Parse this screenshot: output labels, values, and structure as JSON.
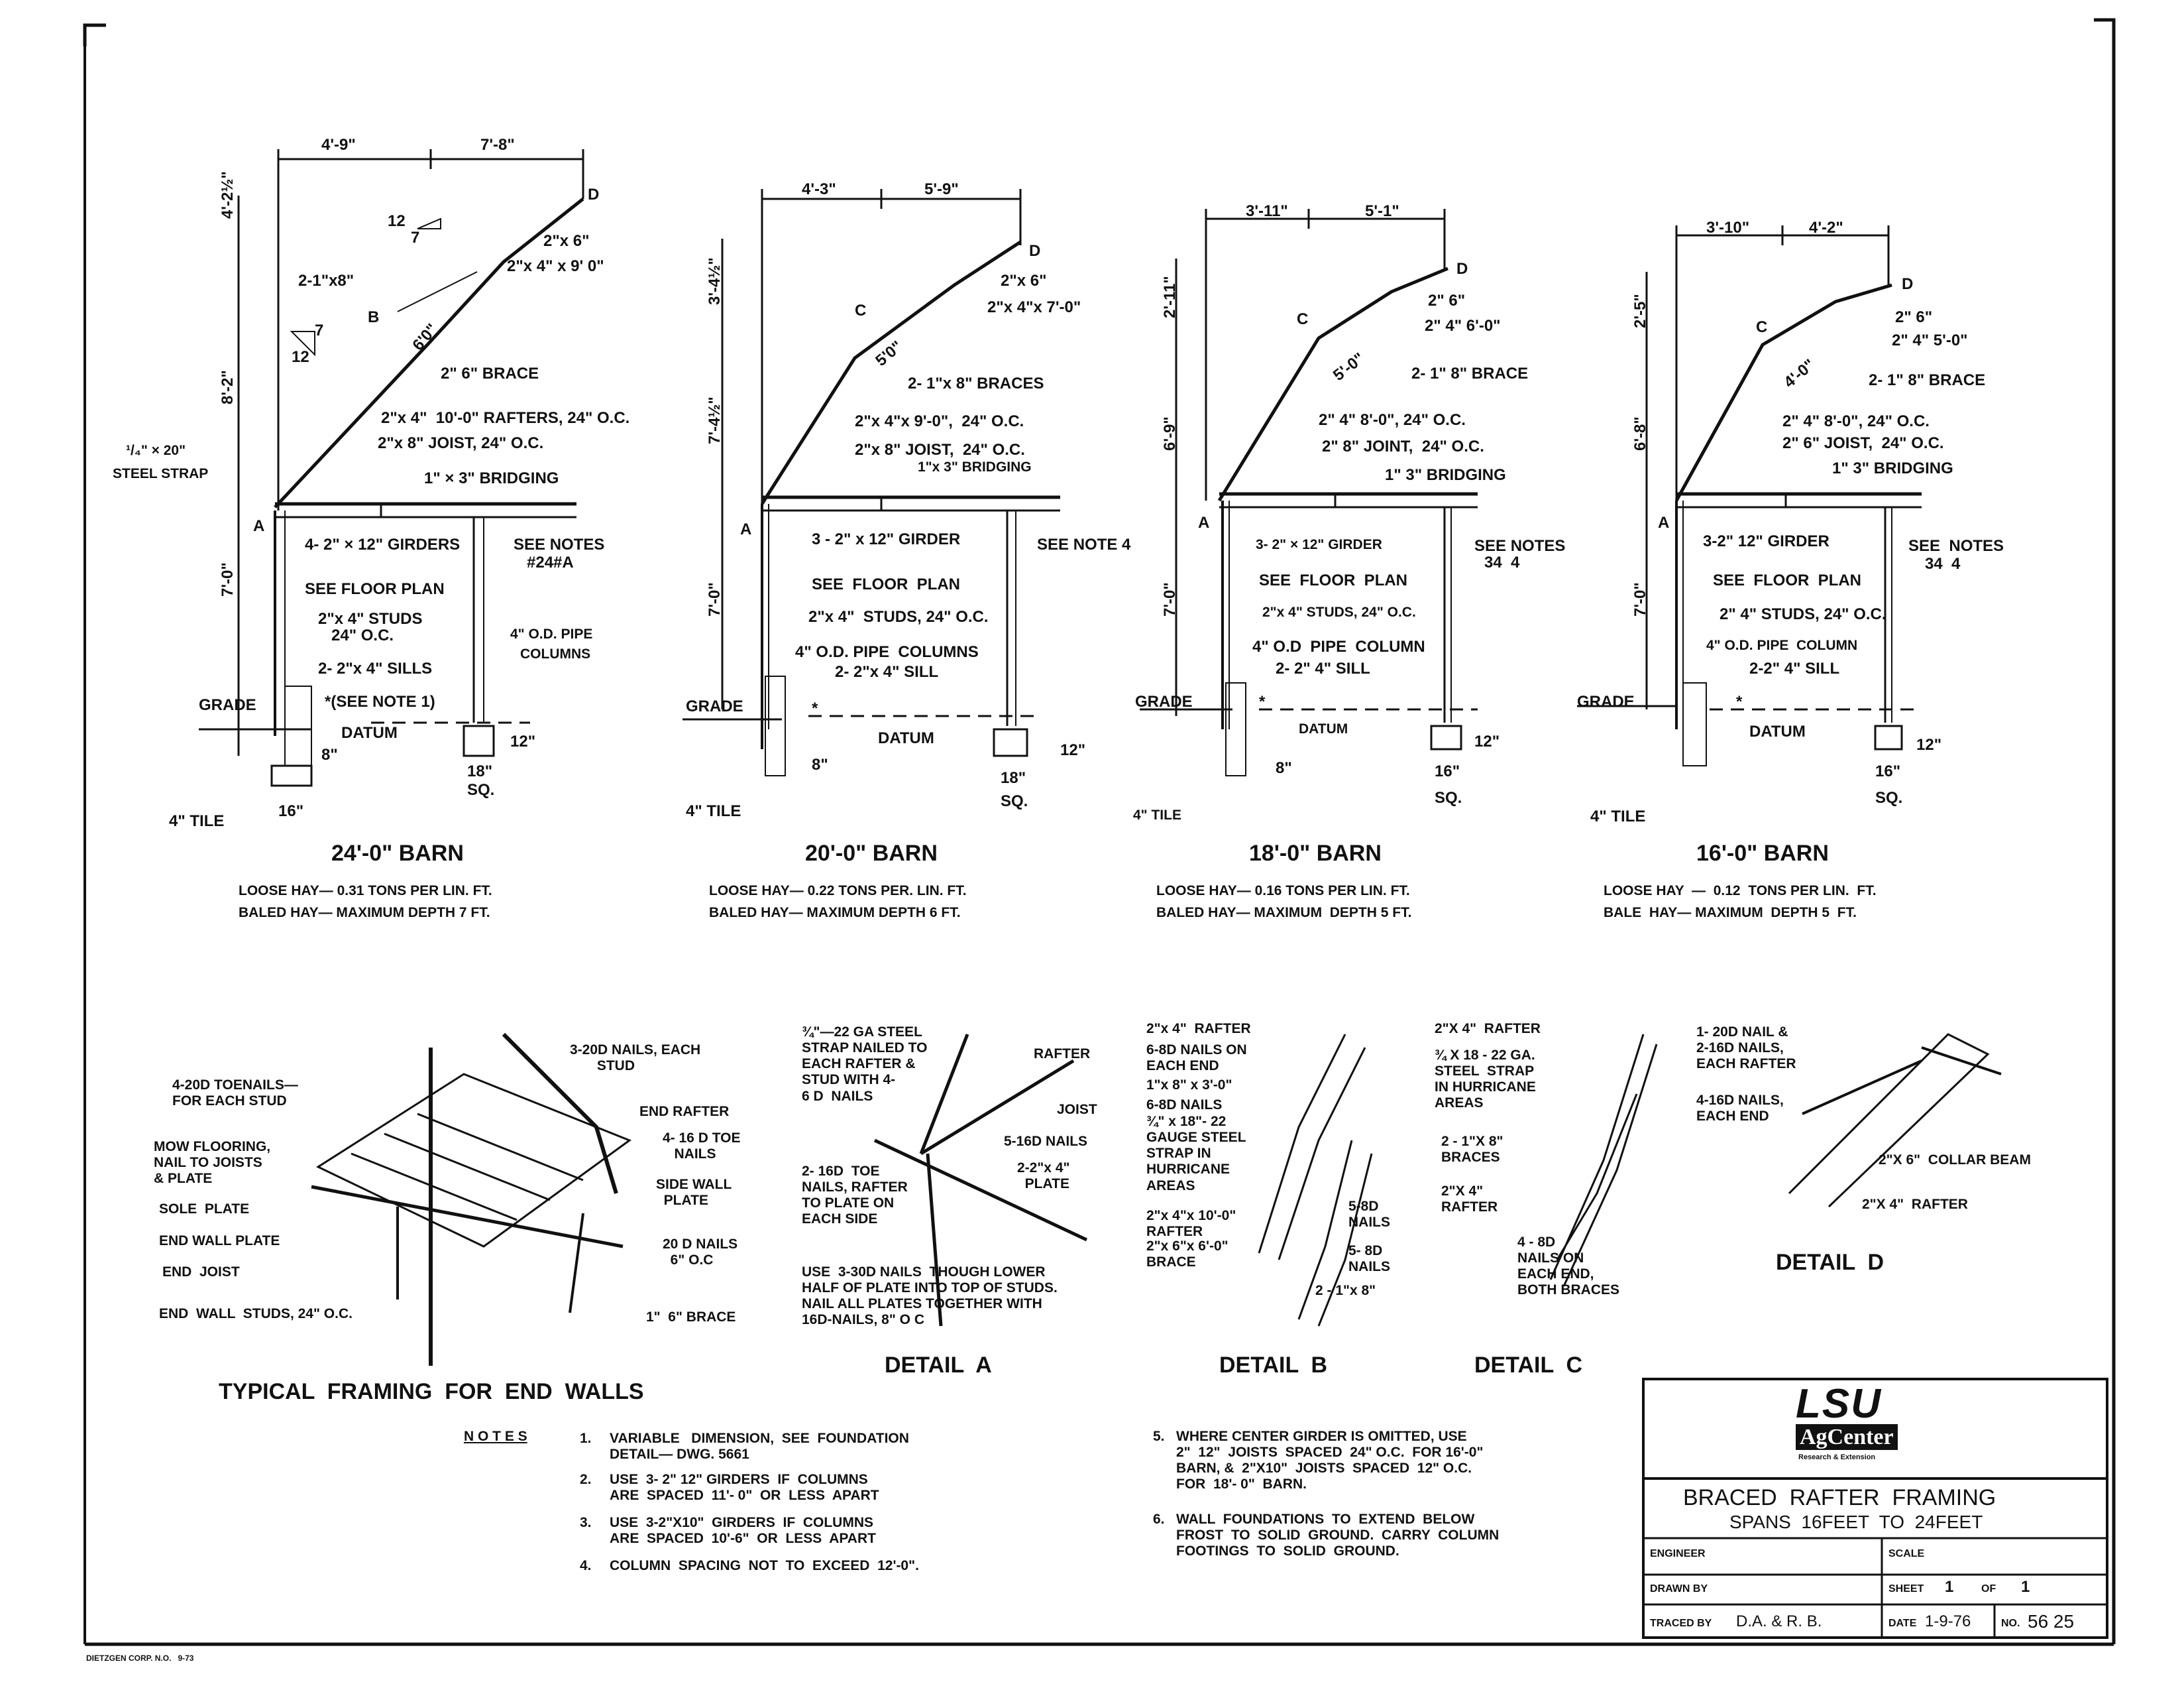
{
  "barns": [
    {
      "title": "24'-0\" BARN",
      "hay1": "LOOSE HAY— 0.31 TONS PER LIN. FT.",
      "hay2": "BALED HAY— MAXIMUM DEPTH 7 FT.",
      "dims": {
        "top_left": "4'-9\"",
        "top_right": "7'-8\"",
        "v_top": "4'-2½\"",
        "v_mid": "8'-2\"",
        "v_bot": "7'-0\"",
        "slope_upper": "12",
        "slope_upper2": "7",
        "slope_lower": "12",
        "slope_lower2": "7",
        "brace_len": "6'0\""
      },
      "labels": {
        "d": "D",
        "b": "B",
        "a": "A",
        "rafter_top": "2\"x 6\"",
        "rafter_mid": "2\"x 4\" x 9' 0\"",
        "upper_bracket": "2-1\"x8\"",
        "brace": "2\" 6\" BRACE",
        "rafters": "2\"x 4\"  10'-0\" RAFTERS, 24\" O.C.",
        "joist": "2\"x 8\" JOIST, 24\" O.C.",
        "strap": "¹/₄\" × 20\"",
        "steel_strap": "STEEL STRAP",
        "bridging": "1\" × 3\" BRIDGING",
        "girders": "4- 2\" × 12\" GIRDERS",
        "see_notes": "SEE NOTES",
        "notes_ref": "#24#A",
        "floor_plan": "SEE FLOOR PLAN",
        "studs": "2\"x 4\" STUDS",
        "studs2": "24\" O.C.",
        "pipe": "4\" O.D. PIPE",
        "pipe2": "COLUMNS",
        "sills": "2- 2\"x 4\" SILLS",
        "grade": "GRADE",
        "see_note1": "*(SEE NOTE 1)",
        "datum": "DATUM",
        "eight": "8\"",
        "eighteen": "18\"",
        "sq": "SQ.",
        "twelve": "12\"",
        "sixteen": "16\"",
        "tile": "4\" TILE"
      }
    },
    {
      "title": "20'-0\" BARN",
      "hay1": "LOOSE HAY— 0.22 TONS PER. LIN. FT.",
      "hay2": "BALED HAY— MAXIMUM DEPTH 6 FT.",
      "dims": {
        "top_left": "4'-3\"",
        "top_right": "5'-9\"",
        "v_top": "3'-4½\"",
        "v_mid": "7'-4½\"",
        "v_bot": "7'-0\"",
        "brace_len": "5'0\""
      },
      "labels": {
        "d": "D",
        "c": "C",
        "a": "A",
        "rafter_top": "2\"x 6\"",
        "rafter_mid": "2\"x 4\"x 7'-0\"",
        "braces": "2- 1\"x 8\" BRACES",
        "rafters": "2\"x 4\"x 9'-0\",  24\" O.C.",
        "joist": "2\"x 8\" JOIST,  24\" O.C.",
        "bridging": "1\"x 3\" BRIDGING",
        "girder": "3 - 2\" x 12\" GIRDER",
        "see_note": "SEE NOTE 4",
        "floor_plan": "SEE  FLOOR  PLAN",
        "studs": "2\"x 4\"  STUDS, 24\" O.C.",
        "pipe": "4\" O.D. PIPE  COLUMNS",
        "sill": "2- 2\"x 4\" SILL",
        "grade": "GRADE",
        "star": "*",
        "datum": "DATUM",
        "eight": "8\"",
        "eighteen": "18\"",
        "sq": "SQ.",
        "twelve": "12\"",
        "tile": "4\" TILE"
      }
    },
    {
      "title": "18'-0\" BARN",
      "hay1": "LOOSE HAY— 0.16 TONS PER LIN. FT.",
      "hay2": "BALED HAY— MAXIMUM  DEPTH 5 FT.",
      "dims": {
        "top_left": "3'-11\"",
        "top_right": "5'-1\"",
        "v_top": "2'-11\"",
        "v_mid": "6'-9\"",
        "v_bot": "7'-0\"",
        "brace_len": "5'-0\""
      },
      "labels": {
        "d": "D",
        "c": "C",
        "a": "A",
        "rafter_top": "2\" 6\"",
        "rafter_mid": "2\" 4\" 6'-0\"",
        "brace": "2- 1\" 8\" BRACE",
        "rafters": "2\" 4\" 8'-0\", 24\" O.C.",
        "joist": "2\" 8\" JOINT,  24\" O.C.",
        "bridging": "1\" 3\" BRIDGING",
        "girder": "3- 2\" × 12\" GIRDER",
        "see_notes": "SEE NOTES",
        "notes_ref": "34  4",
        "floor_plan": "SEE  FLOOR  PLAN",
        "studs": "2\"x 4\" STUDS, 24\" O.C.",
        "pipe": "4\" O.D  PIPE  COLUMN",
        "sill": "2- 2\" 4\" SILL",
        "grade": "GRADE",
        "star": "*",
        "datum": "DATUM",
        "eight": "8\"",
        "sixteen": "16\"",
        "sq": "SQ.",
        "twelve": "12\"",
        "tile": "4\" TILE"
      }
    },
    {
      "title": "16'-0\" BARN",
      "hay1": "LOOSE HAY  —  0.12  TONS PER LIN.  FT.",
      "hay2": "BALE  HAY— MAXIMUM  DEPTH 5  FT.",
      "dims": {
        "top_left": "3'-10\"",
        "top_right": "4'-2\"",
        "v_top": "2'-5\"",
        "v_mid": "6'-8\"",
        "v_bot": "7'-0\"",
        "brace_len": "4'-0\""
      },
      "labels": {
        "d": "D",
        "c": "C",
        "a": "A",
        "rafter_top": "2\" 6\"",
        "rafter_mid": "2\" 4\" 5'-0\"",
        "brace": "2- 1\" 8\" BRACE",
        "rafters": "2\" 4\" 8'-0\", 24\" O.C.",
        "joist": "2\" 6\" JOIST,  24\" O.C.",
        "bridging": "1\" 3\" BRIDGING",
        "girder": "3-2\" 12\" GIRDER",
        "see_notes": "SEE  NOTES",
        "notes_ref": "34  4",
        "floor_plan": "SEE  FLOOR  PLAN",
        "studs": "2\" 4\" STUDS, 24\" O.C.",
        "pipe": "4\" O.D. PIPE  COLUMN",
        "sill": "2-2\" 4\" SILL",
        "grade": "GRADE",
        "star": "*",
        "datum": "DATUM",
        "sixteen": "16\"",
        "sq": "SQ.",
        "twelve": "12\"",
        "tile": "4\" TILE"
      }
    }
  ],
  "end_walls": {
    "title": "TYPICAL  FRAMING  FOR  END  WALLS",
    "labels": [
      "4-20D TOENAILS—\nFOR EACH STUD",
      "MOW FLOORING,\nNAIL TO JOISTS\n& PLATE",
      "SOLE  PLATE",
      "END WALL PLATE",
      "END  JOIST",
      "END  WALL  STUDS, 24\" O.C.",
      "3-20D NAILS, EACH\n       STUD",
      "END RAFTER",
      "4- 16 D TOE\n   NAILS",
      "SIDE WALL\n  PLATE",
      "20 D NAILS\n  6\" O.C",
      "1\"  6\" BRACE"
    ]
  },
  "detail_a": {
    "title": "DETAIL  A",
    "labels": [
      "¾\"—22 GA STEEL\nSTRAP NAILED TO\nEACH RAFTER &\nSTUD WITH 4-\n6 D  NAILS",
      "RAFTER",
      "JOIST",
      "5-16D NAILS",
      "2- 16D  TOE\nNAILS, RAFTER\nTO PLATE ON\nEACH SIDE",
      "2-2\"x 4\"\n  PLATE",
      "USE  3-30D NAILS  THOUGH LOWER\nHALF OF PLATE INTO TOP OF STUDS.\nNAIL ALL PLATES TOGETHER WITH\n16D-NAILS, 8\" O C"
    ]
  },
  "detail_b": {
    "title": "DETAIL  B",
    "labels": [
      "2\"x 4\"  RAFTER",
      "6-8D NAILS ON\nEACH END",
      "1\"x 8\" x 3'-0\"",
      "6-8D NAILS",
      "¾\" x 18\"- 22\nGAUGE STEEL\nSTRAP IN\nHURRICANE\nAREAS",
      "2\"x 4\"x 10'-0\"\nRAFTER",
      "2\"x 6\"x 6'-0\"\nBRACE",
      "5-8D\nNAILS",
      "5- 8D\nNAILS",
      "2 - 1\"x 8\""
    ]
  },
  "detail_c": {
    "title": "DETAIL  C",
    "labels": [
      "2\"X 4\"  RAFTER",
      "¾ X 18 - 22 GA.\nSTEEL  STRAP\nIN HURRICANE\nAREAS",
      "2 - 1\"X 8\"\nBRACES",
      "2\"X 4\"\nRAFTER",
      "4 - 8D\nNAILS ON\nEACH END,\nBOTH BRACES"
    ]
  },
  "detail_d": {
    "title": "DETAIL  D",
    "labels": [
      "1- 20D NAIL &\n2-16D NAILS,\nEACH RAFTER",
      "4-16D NAILS,\nEACH END",
      "2\"X 6\"  COLLAR BEAM",
      "2\"X 4\"  RAFTER"
    ]
  },
  "notes": {
    "heading": "N O T E S",
    "items": [
      {
        "num": "1.",
        "text": "VARIABLE   DIMENSION,  SEE  FOUNDATION\nDETAIL— DWG. 5661"
      },
      {
        "num": "2.",
        "text": "USE  3- 2\" 12\" GIRDERS  IF  COLUMNS\nARE  SPACED  11'- 0\"  OR  LESS  APART"
      },
      {
        "num": "3.",
        "text": "USE  3-2\"X10\"  GIRDERS  IF  COLUMNS\nARE  SPACED  10'-6\"  OR  LESS  APART"
      },
      {
        "num": "4.",
        "text": "COLUMN  SPACING  NOT  TO  EXCEED  12'-0\"."
      },
      {
        "num": "5.",
        "text": "WHERE CENTER GIRDER IS OMITTED, USE\n2\"  12\"  JOISTS  SPACED  24\" O.C.  FOR 16'-0\"\nBARN, &  2\"X10\"  JOISTS  SPACED  12\" O.C.\nFOR  18'- 0\"  BARN."
      },
      {
        "num": "6.",
        "text": "WALL  FOUNDATIONS  TO  EXTEND  BELOW\nFROST  TO  SOLID  GROUND.  CARRY  COLUMN\nFOOTINGS  TO  SOLID  GROUND."
      }
    ]
  },
  "title_block": {
    "logo_main": "LSU",
    "logo_sub": "AgCenter",
    "logo_tag": "Research & Extension",
    "title": "BRACED  RAFTER  FRAMING",
    "subtitle": "SPANS  16FEET  TO  24FEET",
    "engineer": "ENGINEER",
    "scale": "SCALE",
    "drawn_by": "DRAWN  BY",
    "sheet": "SHEET",
    "sheet_num": "1",
    "of": "OF",
    "sheet_total": "1",
    "traced_by": "TRACED  BY",
    "tracers": "D.A. & R. B.",
    "date_label": "DATE",
    "date": "1-9-76",
    "no_label": "NO.",
    "number": "56 25"
  },
  "footer": "DIETZGEN CORP. N.O.   9-73"
}
